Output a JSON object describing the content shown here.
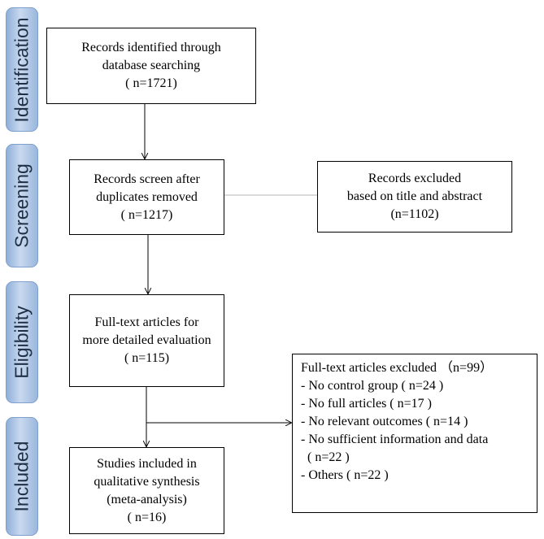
{
  "stages": {
    "identification": "Identification",
    "screening": "Screening",
    "eligibility": "Eligibility",
    "included": "Included"
  },
  "boxes": {
    "identified": [
      "Records identified through",
      "database searching",
      "( n=1721)"
    ],
    "screened": [
      "Records screen after",
      "duplicates removed",
      "( n=1217)"
    ],
    "excluded_title": [
      "Records excluded",
      "based on title and abstract",
      "(n=1102)"
    ],
    "fulltext": [
      "Full-text articles for",
      "more detailed evaluation",
      "( n=115)"
    ],
    "fulltext_excluded": [
      "Full-text articles excluded （n=99）",
      "- No control group ( n=24 )",
      "- No full articles ( n=17 )",
      "- No relevant outcomes ( n=14 )",
      "- No sufficient information and data",
      "  ( n=22 )",
      "- Others ( n=22 )"
    ],
    "included": [
      "Studies included in",
      "qualitative synthesis",
      "(meta-analysis)",
      "( n=16)"
    ]
  }
}
